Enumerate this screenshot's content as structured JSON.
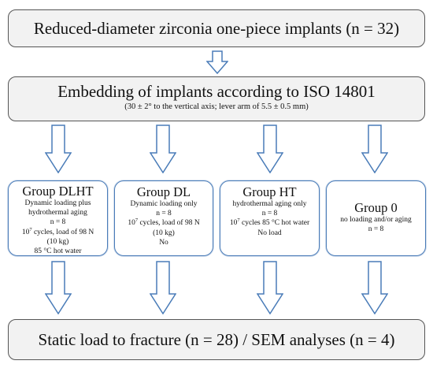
{
  "top_box": {
    "text": "Reduced-diameter zirconia one-piece implants (n = 32)"
  },
  "embedding_box": {
    "title": "Embedding of implants according to ISO 14801",
    "subtitle": "(30 ± 2° to the vertical axis; lever arm of 5.5 ± 0.5 mm)"
  },
  "groups": [
    {
      "title": "Group DLHT",
      "lines": [
        "Dynamic loading plus",
        "hydrothermal aging",
        "n = 8"
      ],
      "cycles_base": "10",
      "cycles_exp": "7",
      "cycles_rest": " cycles, load of 98 N",
      "after": [
        "(10 kg)",
        "85 °C hot water"
      ]
    },
    {
      "title": "Group DL",
      "lines": [
        "Dynamic loading only",
        "n = 8"
      ],
      "cycles_base": "10",
      "cycles_exp": "7",
      "cycles_rest": " cycles, load of 98 N",
      "after": [
        "(10 kg)",
        "No"
      ]
    },
    {
      "title": "Group HT",
      "lines": [
        "hydrothermal aging only",
        "n = 8"
      ],
      "cycles_base": "10",
      "cycles_exp": "7",
      "cycles_rest": " cycles 85 °C hot water",
      "after": [
        "No load"
      ]
    },
    {
      "title": "Group 0",
      "lines": [
        "no loading and/or aging",
        "n = 8"
      ],
      "after": []
    }
  ],
  "bottom_box": {
    "text": "Static load to fracture (n = 28) / SEM analyses (n = 4)"
  },
  "colors": {
    "box_fill": "#f2f2f2",
    "box_border": "#555555",
    "arrow_stroke": "#4a7cb8",
    "group_border": "#4a7cb8"
  }
}
